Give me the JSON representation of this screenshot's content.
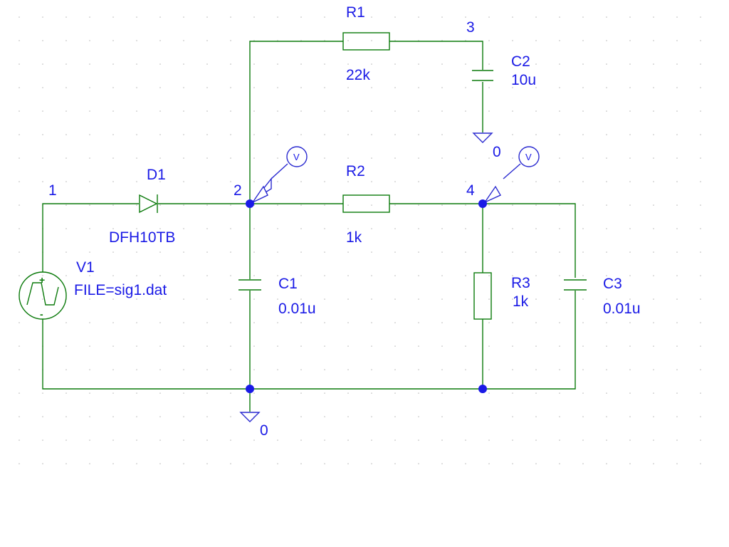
{
  "nodes": {
    "n1": "1",
    "n2": "2",
    "n3": "3",
    "n4": "4"
  },
  "components": {
    "r1": {
      "ref": "R1",
      "value": "22k"
    },
    "r2": {
      "ref": "R2",
      "value": "1k"
    },
    "r3": {
      "ref": "R3",
      "value": "1k"
    },
    "c1": {
      "ref": "C1",
      "value": "0.01u"
    },
    "c2": {
      "ref": "C2",
      "value": "10u"
    },
    "c3": {
      "ref": "C3",
      "value": "0.01u"
    },
    "d1": {
      "ref": "D1",
      "value": "DFH10TB"
    },
    "v1": {
      "ref": "V1",
      "value": "FILE=sig1.dat"
    }
  },
  "grounds": {
    "g_main": "0",
    "g_c2": "0"
  },
  "probes": {
    "p2": "V",
    "p4": "V"
  },
  "source_polarity": {
    "plus": "+",
    "minus": "-"
  },
  "colors": {
    "wire": "#0b7a0b",
    "text": "#1a1ae6",
    "junction": "#1a1ae6",
    "grid_dot": "#b8b8b8"
  }
}
